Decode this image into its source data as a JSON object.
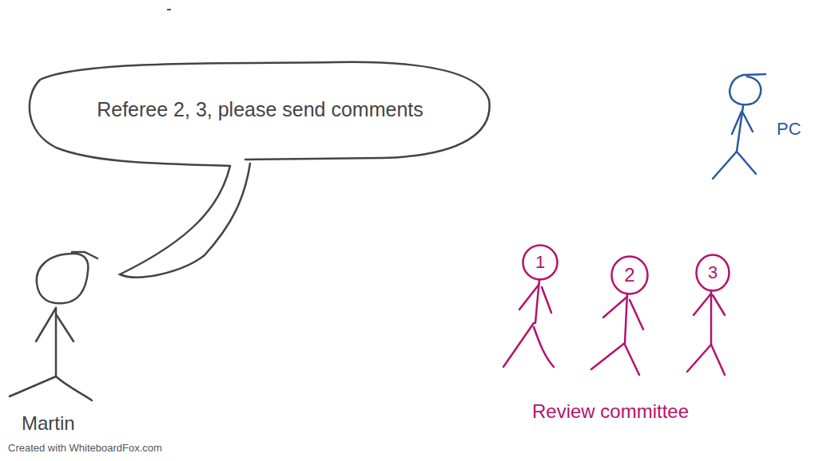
{
  "diagram": {
    "nodes": [
      {
        "text": [
          "Referee 2, 3, please send comments"
        ]
      },
      {
        "text": [
          "1"
        ]
      },
      {
        "text": [
          "2"
        ]
      },
      {
        "text": [
          "3"
        ]
      }
    ],
    "labels": [
      "Martin",
      "PC",
      "Review committee",
      "Created with WhiteboardFox.com"
    ]
  }
}
